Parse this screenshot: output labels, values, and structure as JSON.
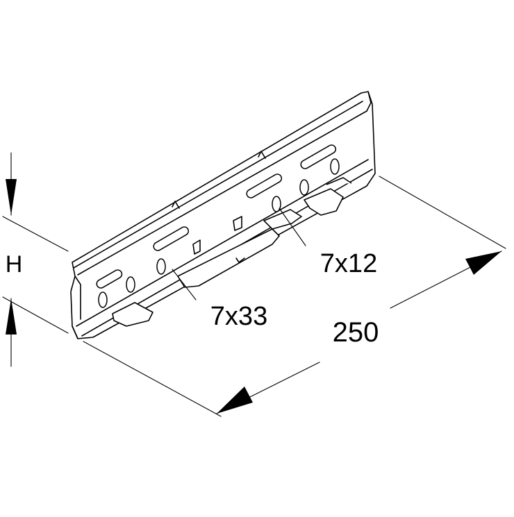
{
  "dimensions": {
    "height_label": "H",
    "length_label": "250",
    "long_slot_label": "7x33",
    "small_slot_label": "7x12"
  }
}
